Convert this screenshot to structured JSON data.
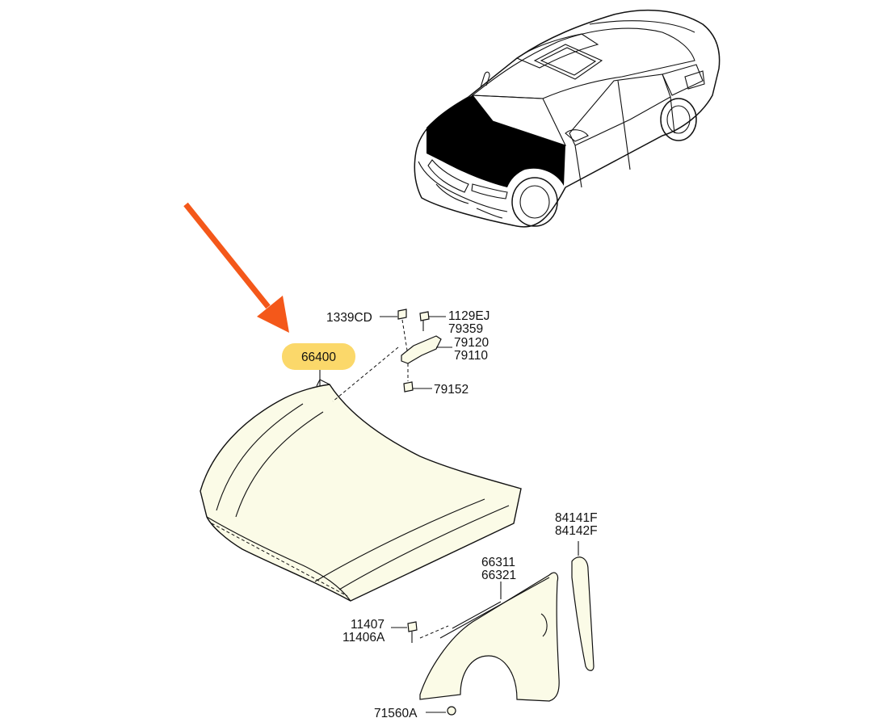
{
  "callout": {
    "label": "66400",
    "fill": "#fbd86a"
  },
  "arrow_color": "#f4581a",
  "parts": {
    "p1339CD": "1339CD",
    "p1129EJ": "1129EJ",
    "p79359": "79359",
    "p79120": "79120",
    "p79110": "79110",
    "p79152": "79152",
    "p84141F": "84141F",
    "p84142F": "84142F",
    "p66311": "66311",
    "p66321": "66321",
    "p11407": "11407",
    "p11406A": "11406A",
    "p71560A": "71560A"
  }
}
